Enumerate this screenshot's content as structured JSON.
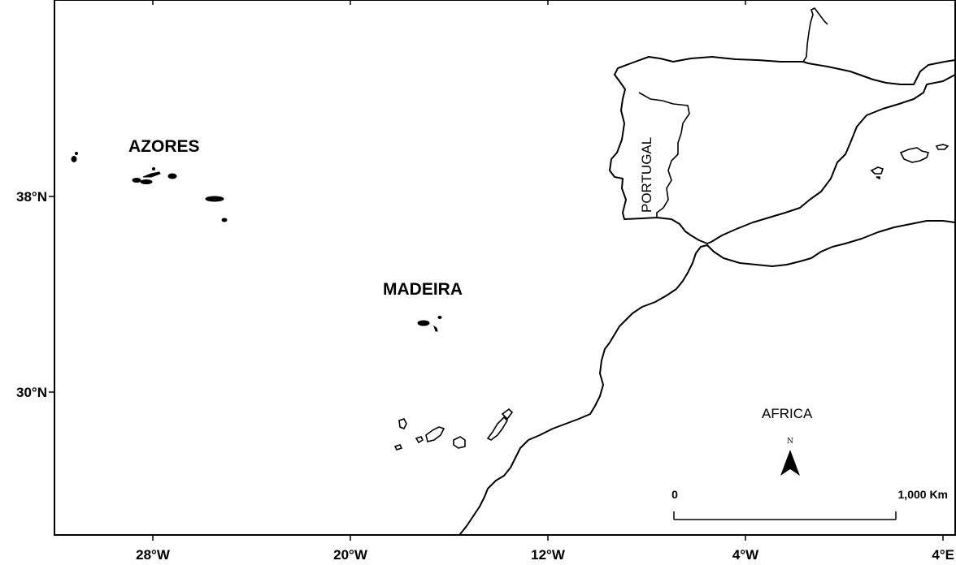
{
  "map": {
    "x_ticks": [
      "28°W",
      "20°W",
      "12°W",
      "4°W",
      "4°E"
    ],
    "y_ticks": [
      "38°N",
      "30°N"
    ],
    "regions": {
      "azores": "AZORES",
      "madeira": "MADEIRA",
      "portugal": "PORTUGAL",
      "africa": "AFRICA"
    },
    "scale_bar": {
      "start_label": "0",
      "end_label": "1,000 Km"
    },
    "north_arrow": {
      "label": "N"
    },
    "colors": {
      "ink": "#000000",
      "background": "#ffffff"
    }
  }
}
